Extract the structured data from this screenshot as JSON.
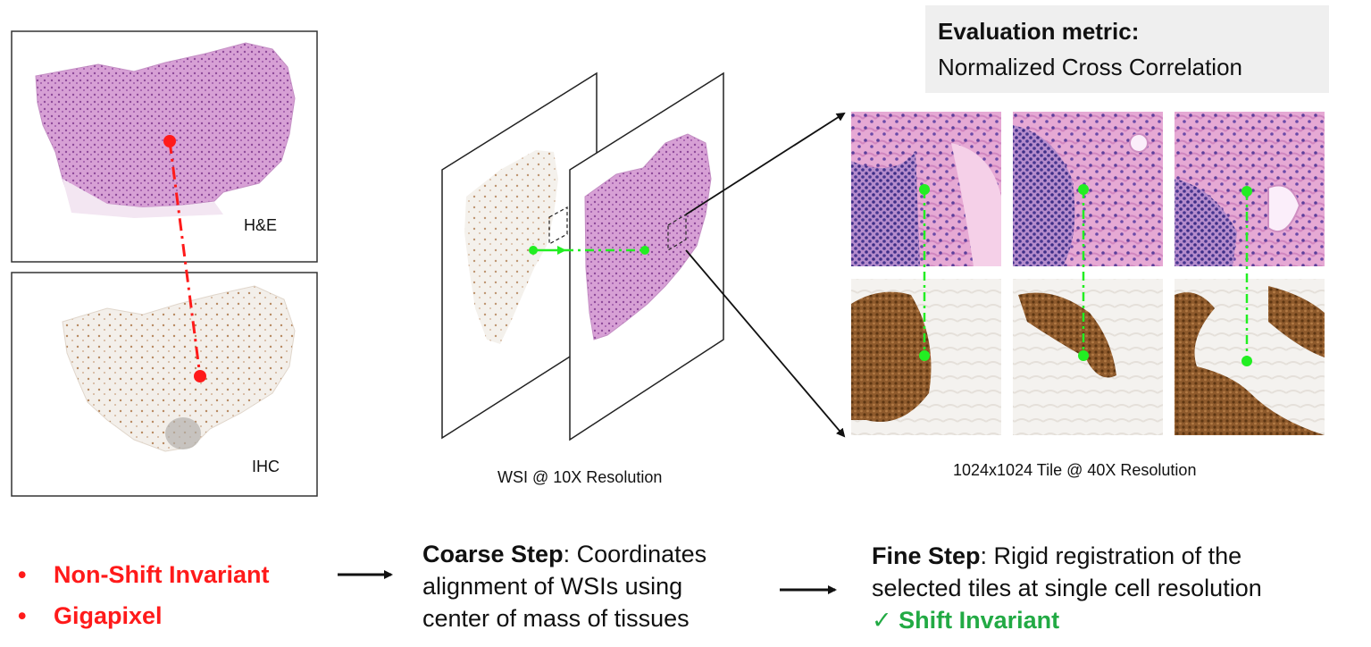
{
  "left_panel": {
    "he_label": "H&E",
    "ihc_label": "IHC"
  },
  "middle_panel": {
    "caption": "WSI @ 10X Resolution"
  },
  "right_panel": {
    "caption": "1024x1024 Tile @ 40X Resolution",
    "metric_title": "Evaluation metric:",
    "metric_value": "Normalized Cross Correlation"
  },
  "bottom": {
    "problems": [
      "Non-Shift Invariant",
      "Gigapixel"
    ],
    "coarse_title": "Coarse Step",
    "coarse_lines": [
      ": Coordinates",
      "alignment of WSIs using",
      "center of mass of tissues"
    ],
    "fine_title": "Fine Step",
    "fine_lines": [
      ": Rigid registration of the",
      "selected tiles at single cell resolution"
    ],
    "fine_benefit": "Shift Invariant",
    "check_mark": "✓"
  },
  "colors": {
    "he_tissue": "#c98ac9",
    "he_tissue_dark": "#a860a8",
    "ihc_tissue": "#f1ece6",
    "ihc_stain": "#9c6a3c",
    "problem_red": "#ff1a1a",
    "marker_green": "#22ee22",
    "benefit_green": "#22aa44"
  }
}
